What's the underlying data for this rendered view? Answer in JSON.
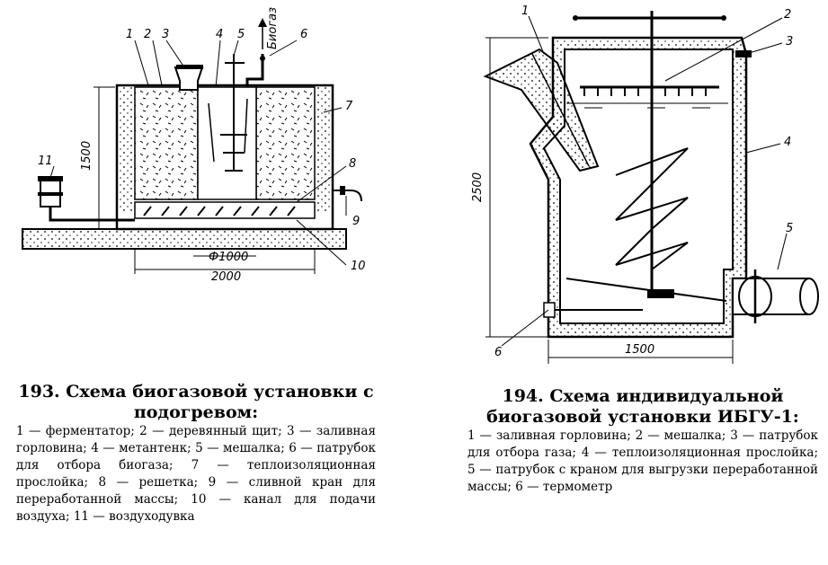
{
  "figure_193": {
    "labels": [
      "1",
      "2",
      "3",
      "4",
      "5",
      "6",
      "7",
      "8",
      "9",
      "10",
      "11"
    ],
    "gas_label": "Биогаз",
    "dim_height": "1500",
    "dim_diameter": "Ф1000",
    "dim_width": "2000",
    "caption_title": "193. Схема биогазовой установки с подогревом:",
    "caption_legend": "1 — ферментатор; 2 — деревянный щит; 3 — заливная горловина; 4 — метантенк; 5 — мешалка; 6 — патрубок для отбора биогаза; 7 — теплоизоляционная прослойка; 8 — решетка; 9 — сливной кран для переработанной массы; 10 — канал для подачи воздуха; 11 — воздуходувка"
  },
  "figure_194": {
    "labels": [
      "1",
      "2",
      "3",
      "4",
      "5",
      "6"
    ],
    "dim_height": "2500",
    "dim_width": "1500",
    "caption_title": "194. Схема индивидуальной биогазовой установки ИБГУ-1:",
    "caption_legend": "1 — заливная горловина; 2 — мешалка; 3 — патрубок для отбора газа; 4 — теплоизоляционная прослойка; 5 — патрубок с краном для выгрузки переработанной массы; 6 — термометр"
  }
}
